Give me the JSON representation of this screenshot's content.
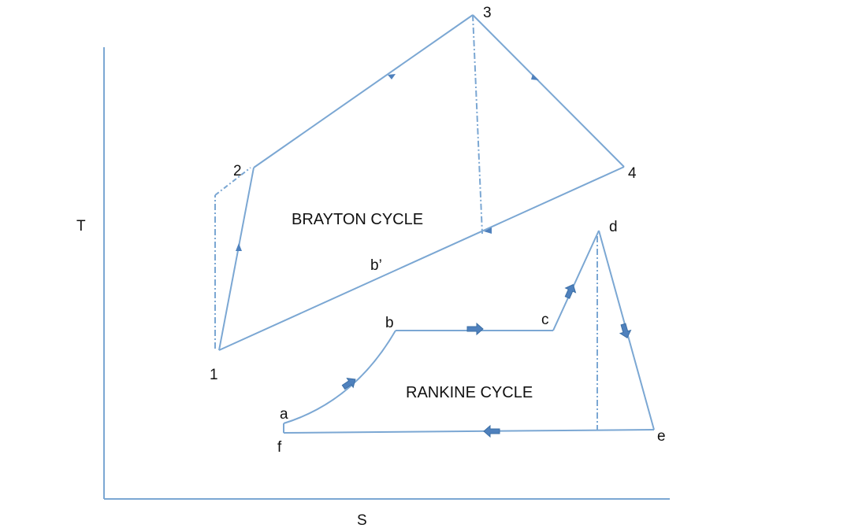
{
  "axes": {
    "y_label": "T",
    "x_label": "S"
  },
  "cycles": {
    "brayton": {
      "title": "BRAYTON CYCLE"
    },
    "rankine": {
      "title": "RANKINE CYCLE"
    }
  },
  "points": {
    "p1": "1",
    "p2": "2",
    "p3": "3",
    "p4": "4",
    "bprime": "b’",
    "a": "a",
    "b": "b",
    "c": "c",
    "d": "d",
    "e": "e",
    "f": "f"
  },
  "colors": {
    "line": "#7ba7d3",
    "arrow": "#4f81bd",
    "axis": "#7ba7d3",
    "text": "#111111"
  }
}
